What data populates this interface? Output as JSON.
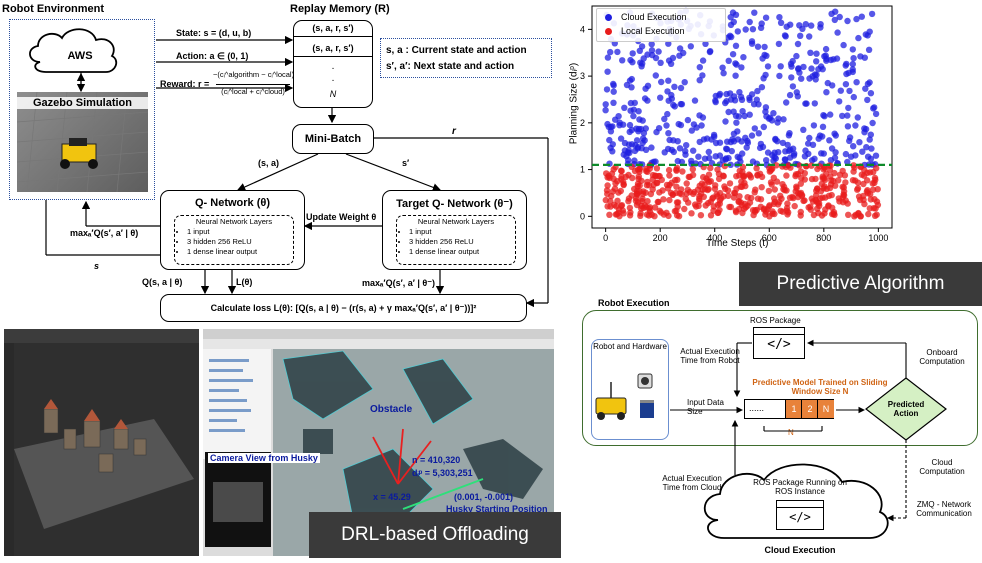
{
  "drl": {
    "robot_env_label": "Robot Environment",
    "aws_label": "AWS",
    "gazebo_label": "Gazebo Simulation",
    "replay_title": "Replay Memory (R)",
    "replay_row1": "(s, a, r, s′)",
    "replay_row2": "(s, a, r, s′)",
    "replay_row3": ".",
    "replay_row4": ".",
    "replay_n": "N",
    "state_label": "State: s = (d, u, b)",
    "action_label": "Action: a ∈ (0, 1)",
    "reward_label": "Reward: r =",
    "reward_num": "−(cᵢ^algorithm − cᵢ^local)",
    "reward_den": "(cᵢ^local + cᵢ^cloud)",
    "legend_sa": "s, a : Current state and action",
    "legend_sprime": "s′, a′: Next state and action",
    "minibatch": "Mini-Batch",
    "r_label": "r",
    "sa_label": "(s, a)",
    "sprime_label": "s′",
    "qnet_title": "Q- Network (θ)",
    "target_title": "Target Q- Network (θ⁻)",
    "update_weight": "Update Weight θ",
    "nn_heading": "Neural Network Layers",
    "nn_items": [
      "1 input",
      "3 hidden 256 ReLU",
      "1 dense linear output"
    ],
    "max_q_left": "maxₐ′Q(s′, a′ | θ)",
    "max_q_right": "maxₐ′Q(s′, a′ | θ⁻)",
    "s_label": "s",
    "q_sa": "Q(s, a | θ)",
    "l_theta": "L(θ)",
    "loss_label": "Calculate loss L(θ):  [Q(s, a | θ) − (r(s, a) + γ maxₐ′Q(s′, a′ | θ⁻))]²",
    "banner": "DRL-based Offloading"
  },
  "sim": {
    "obstacle": "Obstacle",
    "camera_view": "Camera View from Husky",
    "n_value": "n = 410,320",
    "d_value": "dᵢᵖ = 5,303,251",
    "x_value": "x = 45.29",
    "start_coord": "(0.001, -0.001)",
    "start_label": "Husky Starting Position"
  },
  "chart_data": {
    "type": "scatter",
    "xlabel": "Time Steps (t)",
    "ylabel": "Planning Size (dᵢᵖ)",
    "xlim": [
      -50,
      1050
    ],
    "ylim": [
      -0.25,
      4.5
    ],
    "xticks": [
      0,
      200,
      400,
      600,
      800,
      1000
    ],
    "yticks": [
      0,
      1,
      2,
      3,
      4
    ],
    "threshold": 1.1,
    "legend_position": "top-left",
    "series": [
      {
        "name": "Cloud Execution",
        "color": "#1f1fe0",
        "n": 520,
        "y_range": [
          1.1,
          4.4
        ]
      },
      {
        "name": "Local Execution",
        "color": "#e81c1c",
        "n": 480,
        "y_range": [
          0.0,
          1.1
        ]
      }
    ],
    "banner": "Predictive Algorithm"
  },
  "pred": {
    "robot_execution": "Robot Execution",
    "robot_hw": "Robot and Hardware",
    "ros_package": "ROS Package",
    "actual_exec_robot": "Actual Execution Time from Robot",
    "model_label": "Predictive Model Trained on Sliding Window Size N",
    "input_label": "Input Data Size",
    "dots": "......",
    "cell1": "1",
    "cell2": "2",
    "celln": "N",
    "n_brace": "N",
    "onboard": "Onboard Computation",
    "predicted_action": "Predicted Action",
    "cloud_comp": "Cloud Computation",
    "actual_exec_cloud": "Actual Execution Time from Cloud",
    "ros_pkg_running": "ROS Package Running on ROS Instance",
    "zmq": "ZMQ - Network Communication",
    "cloud_execution": "Cloud Execution"
  }
}
